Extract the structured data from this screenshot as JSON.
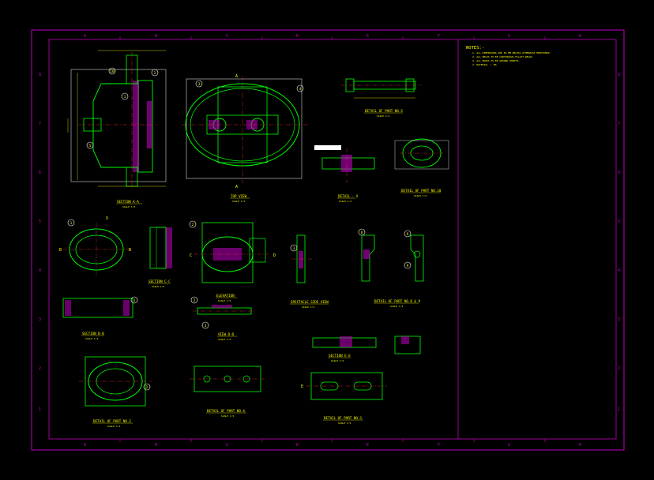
{
  "notes": {
    "title": "NOTES:-",
    "lines": [
      "1. ALL DIMENSIONS ARE IN MM UNLESS OTHERWISE MENTIONED.",
      "2. ALL WELDS TO BE CONTINUOUS FILLET WELDS.",
      "3. ALL EDGES TO BE GROUND SMOOTH.",
      "4. MATERIAL :- MS"
    ]
  },
  "frame": {
    "columns": [
      "A",
      "B",
      "C",
      "D",
      "E",
      "F",
      "G",
      "H"
    ],
    "rows": [
      "8",
      "7",
      "6",
      "5",
      "4",
      "3",
      "2",
      "1"
    ]
  },
  "views": {
    "section_aa": {
      "title": "SECTION A-A",
      "scale": "SCALE 1:5"
    },
    "top_view": {
      "title": "TOP VIEW",
      "scale": "SCALE 1:5"
    },
    "detail_bolt": {
      "title": "DETAIL OF PART NO.5",
      "scale": "SCALE 1:2"
    },
    "detail_x": {
      "title": "DETAIL - X",
      "scale": "SCALE 1:2"
    },
    "detail_part10": {
      "title": "DETAIL OF PART NO.10",
      "scale": "SCALE 1:5"
    },
    "section_cc": {
      "title": "SECTION C-C",
      "scale": "SCALE 1:5"
    },
    "elevation": {
      "title": "ELEVATION",
      "scale": "SCALE 1:5"
    },
    "spectacle": {
      "title": "SPECTACLE SIDE VIEW",
      "scale": "SCALE 1:5"
    },
    "detail_part8": {
      "title": "DETAIL OF PART NO.8 & 9",
      "scale": "SCALE 1:5"
    },
    "section_bb": {
      "title": "SECTION B-B",
      "scale": "SCALE 1:5"
    },
    "view_dd": {
      "title": "VIEW D-D",
      "scale": "SCALE 1:5"
    },
    "section_ee": {
      "title": "SECTION E-E",
      "scale": "SCALE 1:5"
    },
    "detail_part2": {
      "title": "DETAIL OF PART NO.2",
      "scale": "SCALE 1:5"
    },
    "detail_part4": {
      "title": "DETAIL OF PART NO.4",
      "scale": "SCALE 1:5"
    },
    "detail_part3": {
      "title": "DETAIL OF PART NO.3",
      "scale": "SCALE 1:5"
    }
  },
  "markers": {
    "a": "A",
    "b": "B",
    "c": "C",
    "d": "D",
    "e": "E",
    "x": "X",
    "balloons": [
      "1",
      "2",
      "3",
      "4",
      "5",
      "6",
      "7",
      "8",
      "9",
      "10"
    ]
  }
}
